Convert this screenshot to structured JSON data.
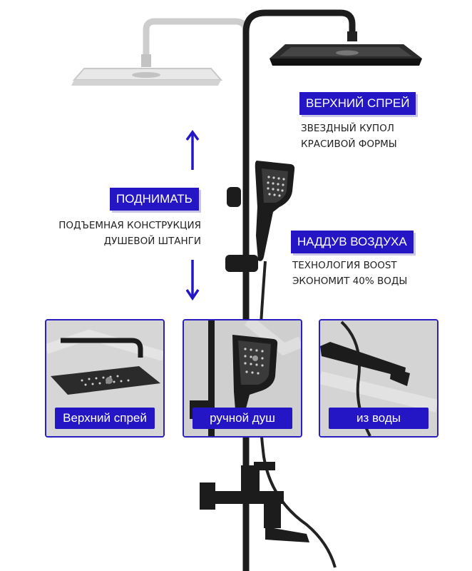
{
  "badges": {
    "top_spray": "ВЕРХНИЙ СПРЕЙ",
    "lift": "ПОДНИМАТЬ",
    "air_boost": "НАДДУВ ВОЗДУХА"
  },
  "descriptions": {
    "top_spray": [
      "ЗВЕЗДНЫЙ КУПОЛ",
      "КРАСИВОЙ ФОРМЫ"
    ],
    "lift": [
      "ПОДЪЕМНАЯ КОНСТРУКЦИЯ",
      "ДУШЕВОЙ ШТАНГИ"
    ],
    "air_boost": [
      "ТЕХНОЛОГИЯ BOOST",
      "ЭКОНОМИТ 40% ВОДЫ"
    ]
  },
  "panels": [
    {
      "label": "Верхний спрей",
      "icon": "rain-shower-head"
    },
    {
      "label": "ручной душ",
      "icon": "hand-shower"
    },
    {
      "label": "из воды",
      "icon": "bath-spout"
    }
  ],
  "colors": {
    "accent": "#2416c4",
    "panel_border": "#2a1fbf",
    "product_black": "#1c1c1c",
    "ghost_gray": "#c8c8c8"
  }
}
